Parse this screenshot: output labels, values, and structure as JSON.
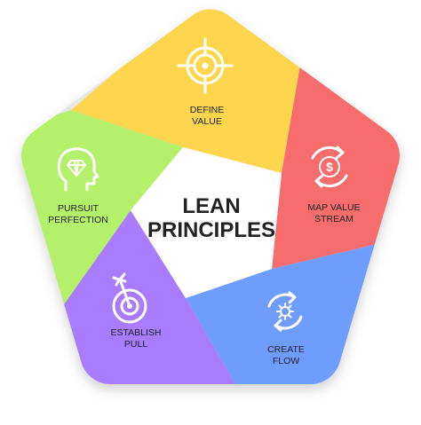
{
  "center": {
    "title_line1": "LEAN",
    "title_line2": "PRINCIPLES"
  },
  "segments": [
    {
      "id": "define-value",
      "line1": "DEFINE",
      "line2": "VALUE",
      "color": "#FDD64E",
      "icon": "target-icon"
    },
    {
      "id": "map-value-stream",
      "line1": "MAP VALUE",
      "line2": "STREAM",
      "color": "#F76D6D",
      "icon": "dollar-cycle-icon"
    },
    {
      "id": "create-flow",
      "line1": "CREATE",
      "line2": "FLOW",
      "color": "#6F9CFF",
      "icon": "gear-cycle-icon"
    },
    {
      "id": "establish-pull",
      "line1": "ESTABLISH",
      "line2": "PULL",
      "color": "#A97BFF",
      "icon": "dartboard-icon"
    },
    {
      "id": "pursuit-perfection",
      "line1": "PURSUIT",
      "line2": "PERFECTION",
      "color": "#B4F06A",
      "icon": "head-diamond-icon"
    }
  ]
}
